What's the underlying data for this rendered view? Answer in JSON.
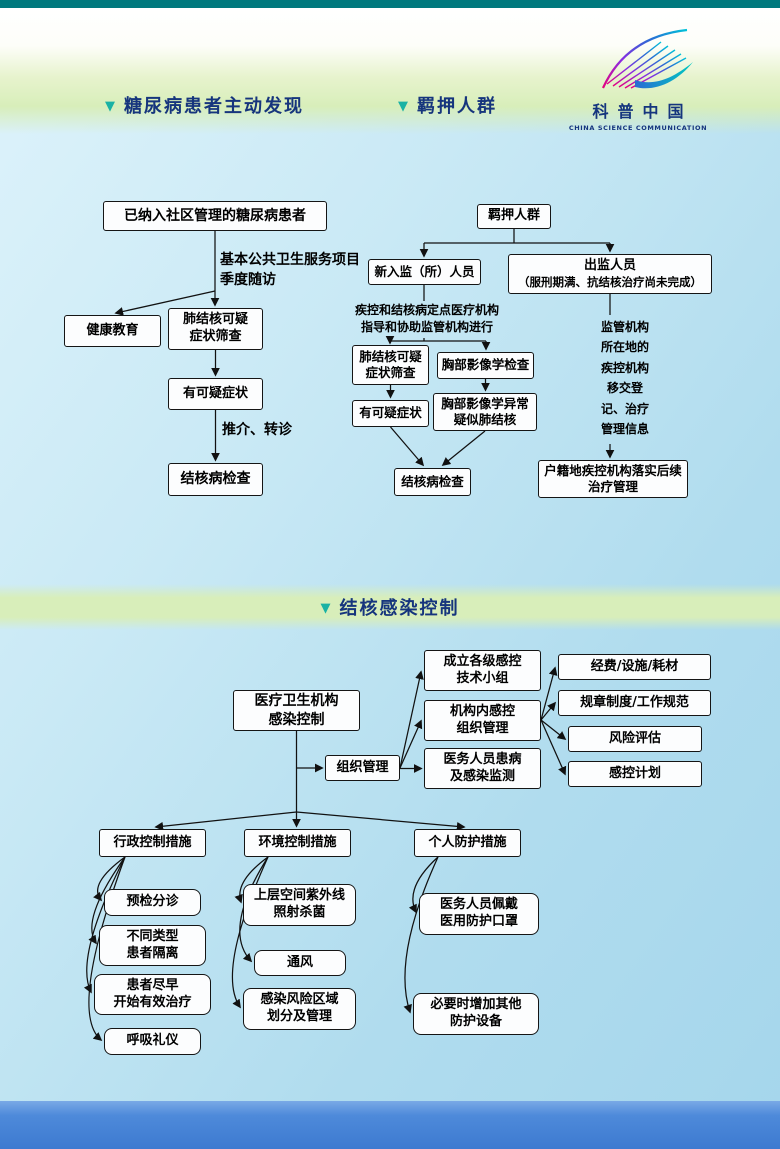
{
  "appearance": {
    "top_strip_color": "#00797e",
    "band_green": "#d8eeba",
    "header_text_color": "#16357d",
    "marker_teal": "#1ab2a4",
    "background_blue": "#b0dcee",
    "footer_blue": "#3d7ad0",
    "box_border": "#151515"
  },
  "logo": {
    "name": "科普中国",
    "subtitle": "CHINA SCIENCE COMMUNICATION"
  },
  "headers": {
    "marker": "▼",
    "diabetes": "糖尿病患者主动发现",
    "detained": "羁押人群",
    "infection": "结核感染控制"
  },
  "diabetes_flow": {
    "community_patients": "已纳入社区管理的糖尿病患者",
    "quarterly_followup": "基本公共卫生服务项目\n季度随访",
    "health_education": "健康教育",
    "symptom_screening": "肺结核可疑\n症状筛查",
    "suspicious_symptoms": "有可疑症状",
    "referral": "推介、转诊",
    "tb_examination": "结核病检查"
  },
  "detained_flow": {
    "detained_group": "羁押人群",
    "new_inmates": "新入监（所）人员",
    "released_title": "出监人员",
    "released_note": "（服刑期满、抗结核治疗尚未完成）",
    "cdc_guidance": "疾控和结核病定点医疗机构\n指导和协助监管机构进行",
    "symptom_screening": "肺结核可疑\n症状筛查",
    "chest_imaging": "胸部影像学检查",
    "suspicious_symptoms": "有可疑症状",
    "imaging_abnormal": "胸部影像学异常\n疑似肺结核",
    "tb_examination": "结核病检查",
    "transfer_info": "监管机构\n所在地的\n疾控机构\n移交登\n记、治疗\n管理信息",
    "local_cdc_followup": "户籍地疾控机构落实后续\n治疗管理"
  },
  "infection_flow": {
    "institution_control": "医疗卫生机构\n感染控制",
    "org_management": "组织管理",
    "tech_groups": "成立各级感控\n技术小组",
    "internal_org": "机构内感控\n组织管理",
    "staff_monitoring": "医务人员患病\n及感染监测",
    "funding": "经费/设施/耗材",
    "regulations": "规章制度/工作规范",
    "risk_assessment": "风险评估",
    "control_plan": "感控计划",
    "admin_measures": "行政控制措施",
    "env_measures": "环境控制措施",
    "personal_measures": "个人防护措施",
    "triage": "预检分诊",
    "patient_isolation": "不同类型\n患者隔离",
    "early_treatment": "患者尽早\n开始有效治疗",
    "respiratory_etiquette": "呼吸礼仪",
    "uv_sterilization": "上层空间紫外线\n照射杀菌",
    "ventilation": "通风",
    "risk_zones": "感染风险区域\n划分及管理",
    "protective_masks": "医务人员佩戴\n医用防护口罩",
    "extra_equipment": "必要时增加其他\n防护设备"
  }
}
